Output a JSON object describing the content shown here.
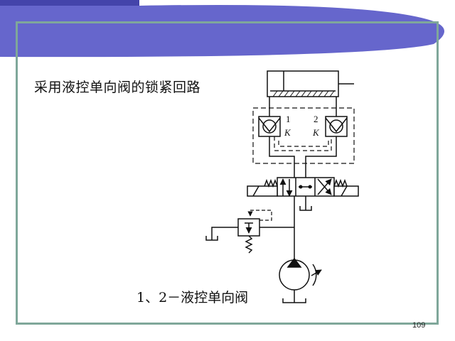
{
  "slide": {
    "title": "采用液控单向阀的锁紧回路",
    "caption": "1、2－液控单向阀",
    "page_number": "109"
  },
  "diagram": {
    "valve_labels": [
      "1",
      "2"
    ],
    "pilot_labels": [
      "K",
      "K"
    ]
  },
  "colors": {
    "banner": "#6666cc",
    "banner_accent": "#4444aa",
    "frame": "#7fa79a",
    "line": "#111111"
  }
}
